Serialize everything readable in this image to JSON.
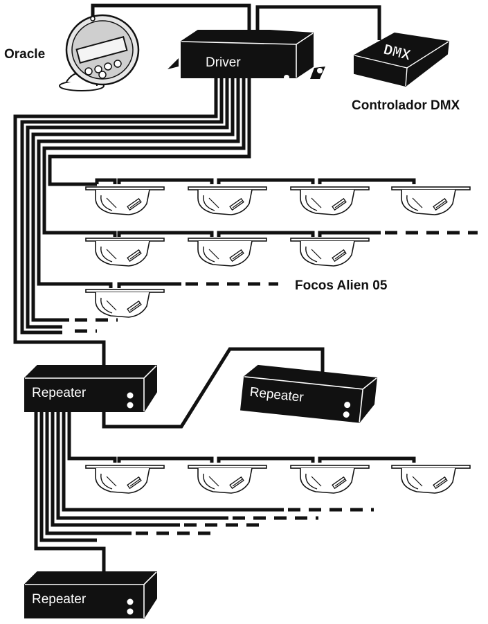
{
  "devices": {
    "oracle_label": "Oracle",
    "driver_label": "Driver",
    "dmx_screen_text": "DMX",
    "controller_label": "Controlador DMX",
    "repeater_label": "Repeater"
  },
  "fixtures": {
    "group_label": "Focos Alien 05"
  },
  "colors": {
    "wire": "#111111",
    "box_fill": "#111111",
    "box_text": "#ffffff",
    "background": "#ffffff"
  }
}
